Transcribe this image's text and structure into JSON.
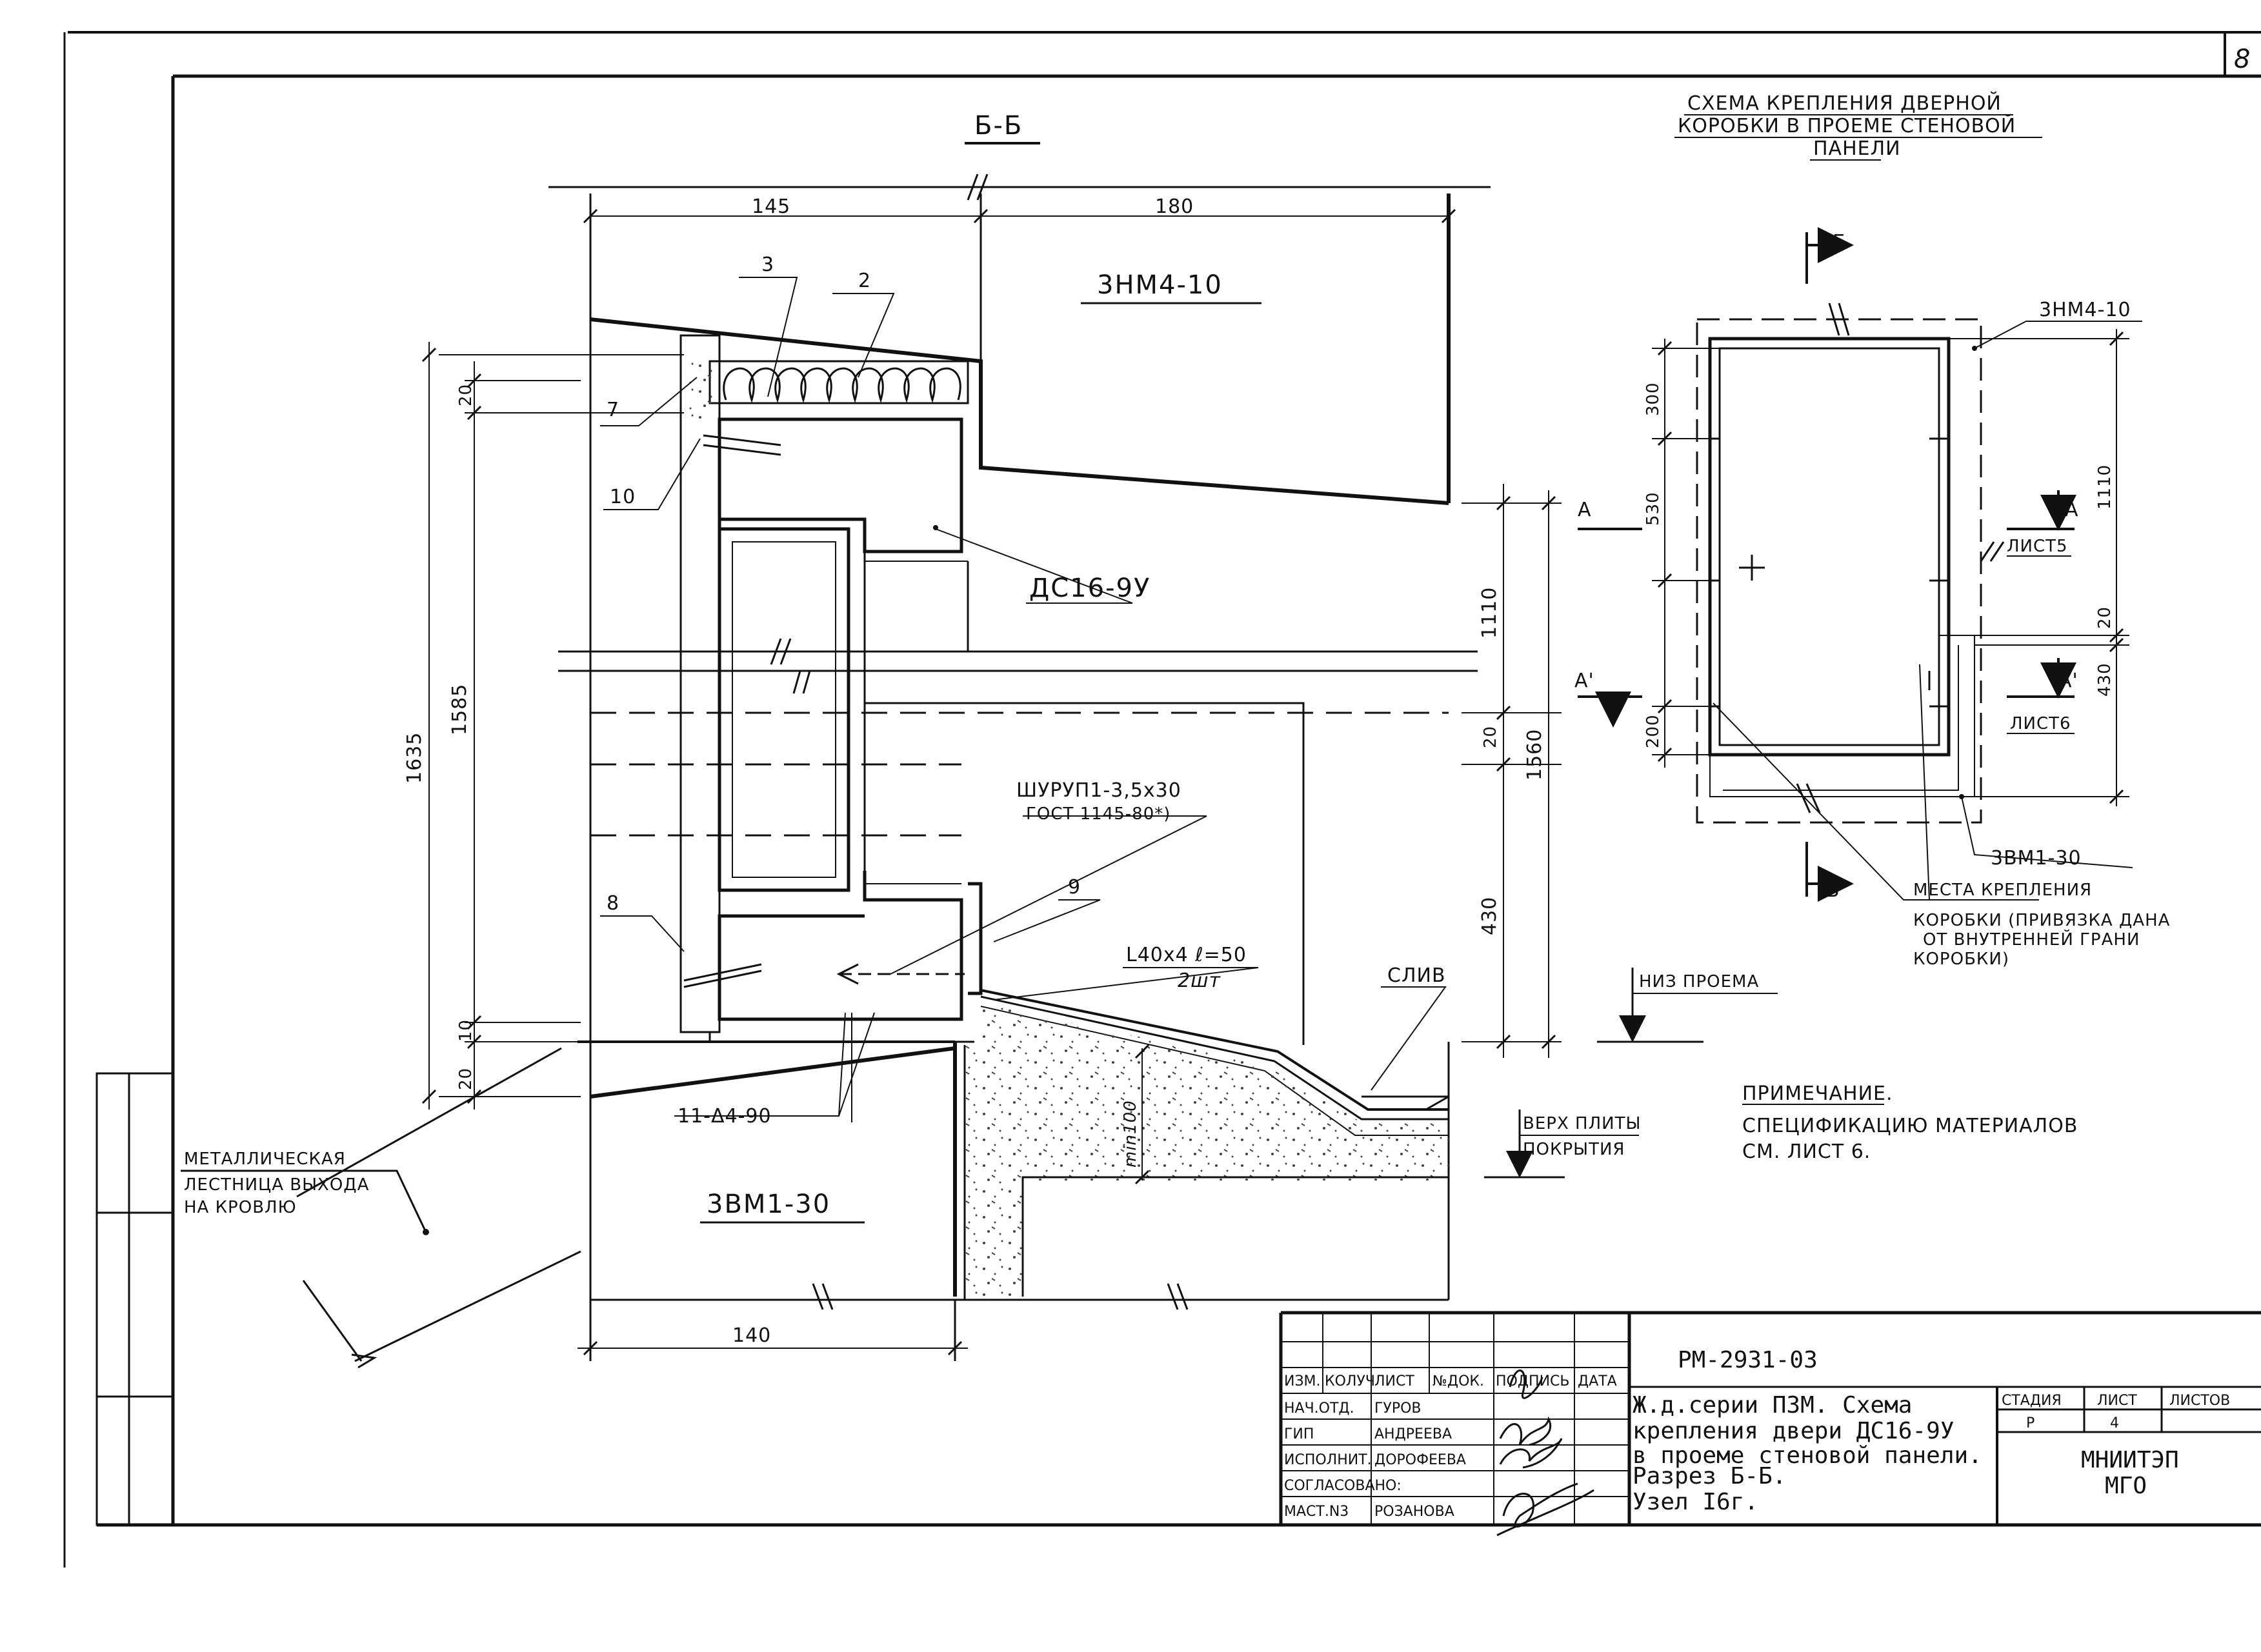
{
  "sheet_number": "8",
  "section": {
    "title": "Б-Б"
  },
  "panels": {
    "upper_wall": "3НМ4-10",
    "lower_wall": "3ВМ1-30",
    "door": "ДС16-9У"
  },
  "dims": {
    "d145": "145",
    "d180": "180",
    "d140": "140",
    "d1635": "1635",
    "d1585": "1585",
    "d20a": "20",
    "d20b": "20",
    "d10": "10",
    "d1110": "1110",
    "d20c": "20",
    "d1560": "1560",
    "d430": "430"
  },
  "callouts": {
    "c2": "2",
    "c3": "3",
    "c7": "7",
    "c8": "8",
    "c9": "9",
    "c10": "10",
    "screw": "ШУРУП1-3,5х30",
    "screw_gost": "ГОСТ 1145-80*)",
    "angle": "L40х4 ℓ=50",
    "angle_qty": "2шт",
    "drain": "СЛИВ",
    "min100": "min100",
    "bracket": "11-Δ4-90",
    "opening_bottom": "НИЗ ПРОЕМА",
    "slab_top_1": "ВЕРХ ПЛИТЫ",
    "slab_top_2": "ПОКРЫТИЯ",
    "stair_1": "МЕТАЛЛИЧЕСКАЯ",
    "stair_2": "ЛЕСТНИЦА ВЫХОДА",
    "stair_3": "НА КРОВЛЮ"
  },
  "scheme": {
    "title_1": "СХЕМА КРЕПЛЕНИЯ ДВЕРНОЙ",
    "title_2": "КОРОБКИ В ПРОЕМЕ СТЕНОВОЙ",
    "title_3": "ПАНЕЛИ",
    "cut_b": "Б",
    "cut_a": "А",
    "cut_a2": "А'",
    "sheet5": "ЛИСТ5",
    "sheet6": "ЛИСТ6",
    "upper": "3НМ4-10",
    "lower": "3ВМ1-30",
    "d300": "300",
    "d530": "530",
    "d200": "200",
    "d1110": "1110",
    "d20": "20",
    "d430": "430",
    "places_1": "МЕСТА КРЕПЛЕНИЯ",
    "places_2": "КОРОБКИ (ПРИВЯЗКА ДАНА",
    "places_3": "ОТ ВНУТРЕННЕЙ ГРАНИ",
    "places_4": "КОРОБКИ)"
  },
  "note": {
    "title": "ПРИМЕЧАНИЕ.",
    "line1": "СПЕЦИФИКАЦИЮ МАТЕРИАЛОВ",
    "line2": "СМ. ЛИСТ 6."
  },
  "title_block": {
    "doc_code": "РМ-2931-03",
    "headers": [
      "ИЗМ.",
      "КОЛУЧ",
      "ЛИСТ",
      "№ДОК.",
      "ПОДПИСЬ",
      "ДАТА"
    ],
    "rows": [
      {
        "role": "НАЧ.ОТД.",
        "name": "ГУРОВ"
      },
      {
        "role": "ГИП",
        "name": "АНДРЕЕВА"
      },
      {
        "role": "ИСПОЛНИТ.",
        "name": "ДОРОФЕЕВА"
      },
      {
        "role": "СОГЛАСОВАНО:",
        "name": ""
      },
      {
        "role": "МАСТ.N3",
        "name": "РОЗАНОВА"
      }
    ],
    "description": [
      "Ж.д.серии П3М.  Схема",
      "крепления двери ДС16-9У",
      "в проеме стеновой панели.",
      "Разрез          Б-Б.",
      "Узел I6г."
    ],
    "stage_label": "СТАДИЯ",
    "sheet_label": "ЛИСТ",
    "sheets_label": "ЛИСТОВ",
    "stage": "Р",
    "sheet": "4",
    "org_1": "МНИИТЭП",
    "org_2": "МГО"
  }
}
